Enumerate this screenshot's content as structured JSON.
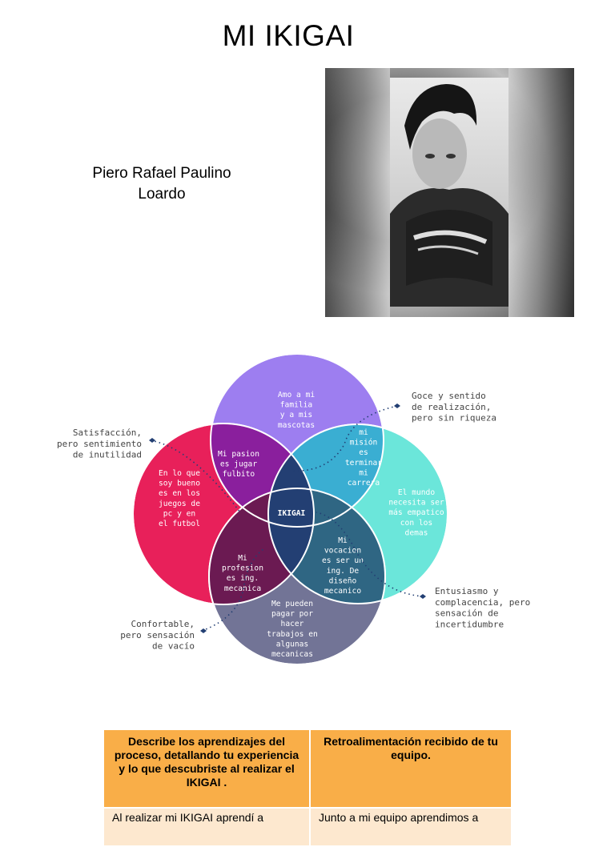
{
  "page": {
    "title": "MI IKIGAI",
    "author_line1": "Piero Rafael Paulino",
    "author_line2": "Loardo"
  },
  "venn": {
    "center": "IKIGAI",
    "circles": {
      "top": [
        "Amo a mi",
        "familia",
        "y a mis",
        "mascotas"
      ],
      "left": [
        "En lo que",
        "soy bueno",
        "es en los",
        "juegos de",
        "pc y en",
        "el futbol"
      ],
      "right": [
        "El mundo",
        "necesita ser",
        "más empatico",
        "con los",
        "demas"
      ],
      "bottom": [
        "Me pueden",
        "pagar por",
        "hacer",
        "trabajos en",
        "algunas",
        "mecanicas"
      ]
    },
    "overlaps": {
      "pasion": [
        "Mi pasion",
        "es jugar",
        "fulbito"
      ],
      "mision": [
        "mi",
        "misión",
        "es",
        "terminar",
        "mi",
        "carrera"
      ],
      "profesion": [
        "Mi",
        "profesion",
        "es ing.",
        "mecanica"
      ],
      "vocacion": [
        "Mi",
        "vocacion",
        "es ser un",
        "ing. De",
        "diseño",
        "mecanico"
      ]
    },
    "annotations": {
      "top_right": [
        "Goce y sentido",
        "de realización,",
        "pero sin riqueza"
      ],
      "left": [
        "Satisfacción,",
        "pero sentimiento",
        "de inutilidad"
      ],
      "bottom_right": [
        "Entusiasmo y",
        "complacencia, pero",
        "sensación de",
        "incertidumbre"
      ],
      "bottom_left": [
        "Confortable,",
        "pero sensación",
        "de vacío"
      ]
    },
    "colors": {
      "top": "#9d7ef0",
      "left": "#e8205a",
      "right": "#6be6da",
      "bottom": "#727496",
      "pasion": "#8a1f9d",
      "mision": "#3aaed2",
      "profesion": "#6b1a52",
      "vocacion": "#2f6683",
      "center": "#233f73"
    }
  },
  "table": {
    "headers": [
      "Describe los aprendizajes del proceso, detallando tu experiencia y lo que descubriste al realizar el IKIGAI .",
      "Retroalimentación recibido de tu equipo."
    ],
    "row1": [
      "Al realizar mi IKIGAI aprendí a",
      "Junto a mi equipo aprendimos a"
    ],
    "header_color": "#f9ae48",
    "cell_color": "#fde8cf"
  }
}
